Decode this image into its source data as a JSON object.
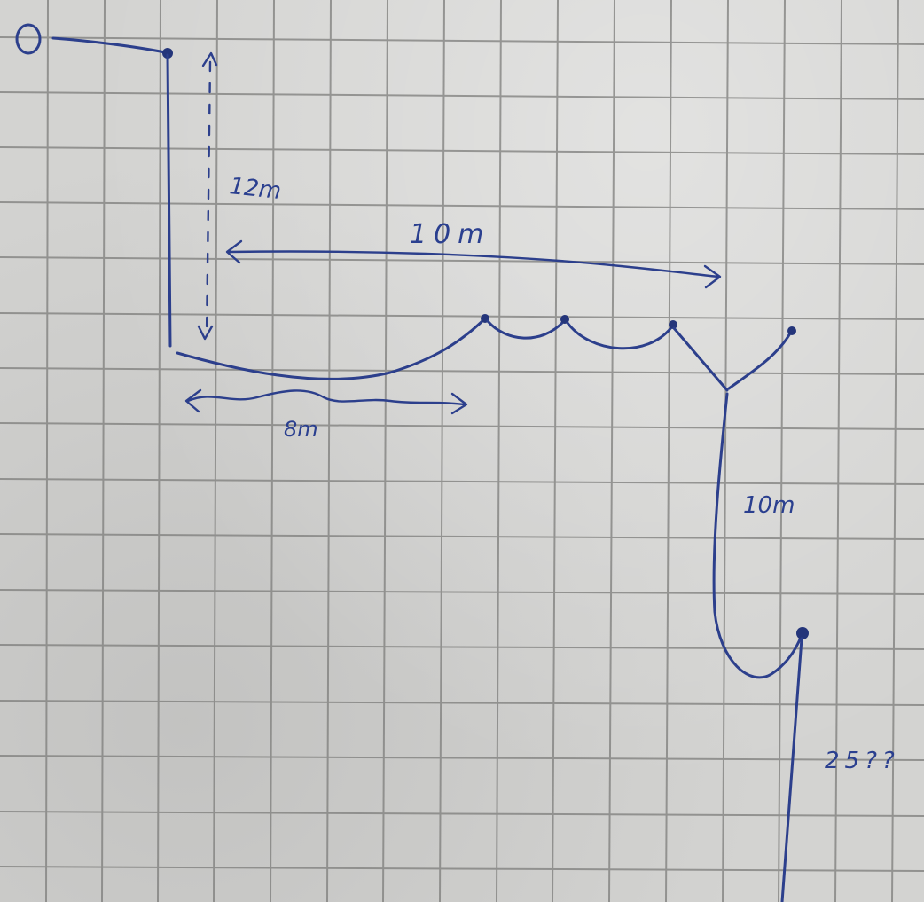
{
  "labels": {
    "start": "0",
    "drop_height": "12m",
    "span_top": "10m",
    "span_bottom": "8m",
    "vertical_right": "10m",
    "final_drop": "25??"
  },
  "colors": {
    "ink": "#2c3f8c",
    "paper": "#d3d3d1",
    "grid": "#7d7d7b"
  }
}
